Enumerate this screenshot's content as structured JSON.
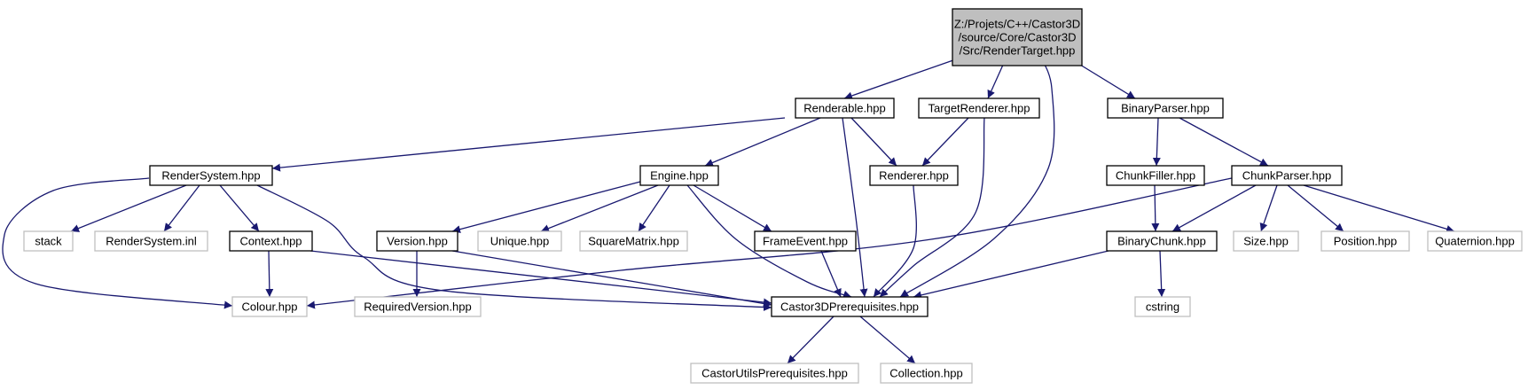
{
  "diagram": {
    "colors": {
      "edge": "#191970",
      "documented_border": "#000000",
      "external_border": "#bfbfbf",
      "root_fill": "#bfbfbf",
      "node_fill": "#ffffff",
      "text": "#000000"
    },
    "nodes": [
      {
        "id": "root",
        "lines": [
          "Z:/Projets/C++/Castor3D",
          "/source/Core/Castor3D",
          "/Src/RenderTarget.hpp"
        ],
        "kind": "root"
      },
      {
        "id": "renderable",
        "lines": [
          "Renderable.hpp"
        ],
        "kind": "documented"
      },
      {
        "id": "targetrenderer",
        "lines": [
          "TargetRenderer.hpp"
        ],
        "kind": "documented"
      },
      {
        "id": "binaryparser",
        "lines": [
          "BinaryParser.hpp"
        ],
        "kind": "documented"
      },
      {
        "id": "rendersystem",
        "lines": [
          "RenderSystem.hpp"
        ],
        "kind": "documented"
      },
      {
        "id": "engine",
        "lines": [
          "Engine.hpp"
        ],
        "kind": "documented"
      },
      {
        "id": "renderer",
        "lines": [
          "Renderer.hpp"
        ],
        "kind": "documented"
      },
      {
        "id": "chunkfiller",
        "lines": [
          "ChunkFiller.hpp"
        ],
        "kind": "documented"
      },
      {
        "id": "chunkparser",
        "lines": [
          "ChunkParser.hpp"
        ],
        "kind": "documented"
      },
      {
        "id": "stack",
        "lines": [
          "stack"
        ],
        "kind": "external"
      },
      {
        "id": "rendersysteminl",
        "lines": [
          "RenderSystem.inl"
        ],
        "kind": "external"
      },
      {
        "id": "context",
        "lines": [
          "Context.hpp"
        ],
        "kind": "documented"
      },
      {
        "id": "version",
        "lines": [
          "Version.hpp"
        ],
        "kind": "documented"
      },
      {
        "id": "unique",
        "lines": [
          "Unique.hpp"
        ],
        "kind": "external"
      },
      {
        "id": "squarematrix",
        "lines": [
          "SquareMatrix.hpp"
        ],
        "kind": "external"
      },
      {
        "id": "frameevent",
        "lines": [
          "FrameEvent.hpp"
        ],
        "kind": "documented"
      },
      {
        "id": "binarychunk",
        "lines": [
          "BinaryChunk.hpp"
        ],
        "kind": "documented"
      },
      {
        "id": "size",
        "lines": [
          "Size.hpp"
        ],
        "kind": "external"
      },
      {
        "id": "position",
        "lines": [
          "Position.hpp"
        ],
        "kind": "external"
      },
      {
        "id": "quaternion",
        "lines": [
          "Quaternion.hpp"
        ],
        "kind": "external"
      },
      {
        "id": "colour",
        "lines": [
          "Colour.hpp"
        ],
        "kind": "external"
      },
      {
        "id": "requiredversion",
        "lines": [
          "RequiredVersion.hpp"
        ],
        "kind": "external"
      },
      {
        "id": "prereq",
        "lines": [
          "Castor3DPrerequisites.hpp"
        ],
        "kind": "documented"
      },
      {
        "id": "cstring",
        "lines": [
          "cstring"
        ],
        "kind": "external"
      },
      {
        "id": "castorutils",
        "lines": [
          "CastorUtilsPrerequisites.hpp"
        ],
        "kind": "external"
      },
      {
        "id": "collection",
        "lines": [
          "Collection.hpp"
        ],
        "kind": "external"
      }
    ],
    "edges": [
      {
        "from": "root",
        "to": "renderable"
      },
      {
        "from": "root",
        "to": "targetrenderer"
      },
      {
        "from": "root",
        "to": "prereq"
      },
      {
        "from": "root",
        "to": "binaryparser"
      },
      {
        "from": "renderable",
        "to": "rendersystem"
      },
      {
        "from": "renderable",
        "to": "engine"
      },
      {
        "from": "renderable",
        "to": "renderer"
      },
      {
        "from": "renderable",
        "to": "prereq"
      },
      {
        "from": "targetrenderer",
        "to": "renderer"
      },
      {
        "from": "targetrenderer",
        "to": "prereq"
      },
      {
        "from": "binaryparser",
        "to": "chunkfiller"
      },
      {
        "from": "binaryparser",
        "to": "chunkparser"
      },
      {
        "from": "rendersystem",
        "to": "stack"
      },
      {
        "from": "rendersystem",
        "to": "rendersysteminl"
      },
      {
        "from": "rendersystem",
        "to": "context"
      },
      {
        "from": "rendersystem",
        "to": "colour"
      },
      {
        "from": "rendersystem",
        "to": "prereq"
      },
      {
        "from": "engine",
        "to": "version"
      },
      {
        "from": "engine",
        "to": "unique"
      },
      {
        "from": "engine",
        "to": "squarematrix"
      },
      {
        "from": "engine",
        "to": "frameevent"
      },
      {
        "from": "engine",
        "to": "prereq"
      },
      {
        "from": "renderer",
        "to": "prereq"
      },
      {
        "from": "chunkfiller",
        "to": "binarychunk"
      },
      {
        "from": "chunkparser",
        "to": "binarychunk"
      },
      {
        "from": "chunkparser",
        "to": "size"
      },
      {
        "from": "chunkparser",
        "to": "position"
      },
      {
        "from": "chunkparser",
        "to": "quaternion"
      },
      {
        "from": "chunkparser",
        "to": "colour"
      },
      {
        "from": "context",
        "to": "colour"
      },
      {
        "from": "context",
        "to": "prereq"
      },
      {
        "from": "version",
        "to": "requiredversion"
      },
      {
        "from": "version",
        "to": "prereq"
      },
      {
        "from": "frameevent",
        "to": "prereq"
      },
      {
        "from": "binarychunk",
        "to": "prereq"
      },
      {
        "from": "binarychunk",
        "to": "cstring"
      },
      {
        "from": "prereq",
        "to": "castorutils"
      },
      {
        "from": "prereq",
        "to": "collection"
      }
    ]
  }
}
